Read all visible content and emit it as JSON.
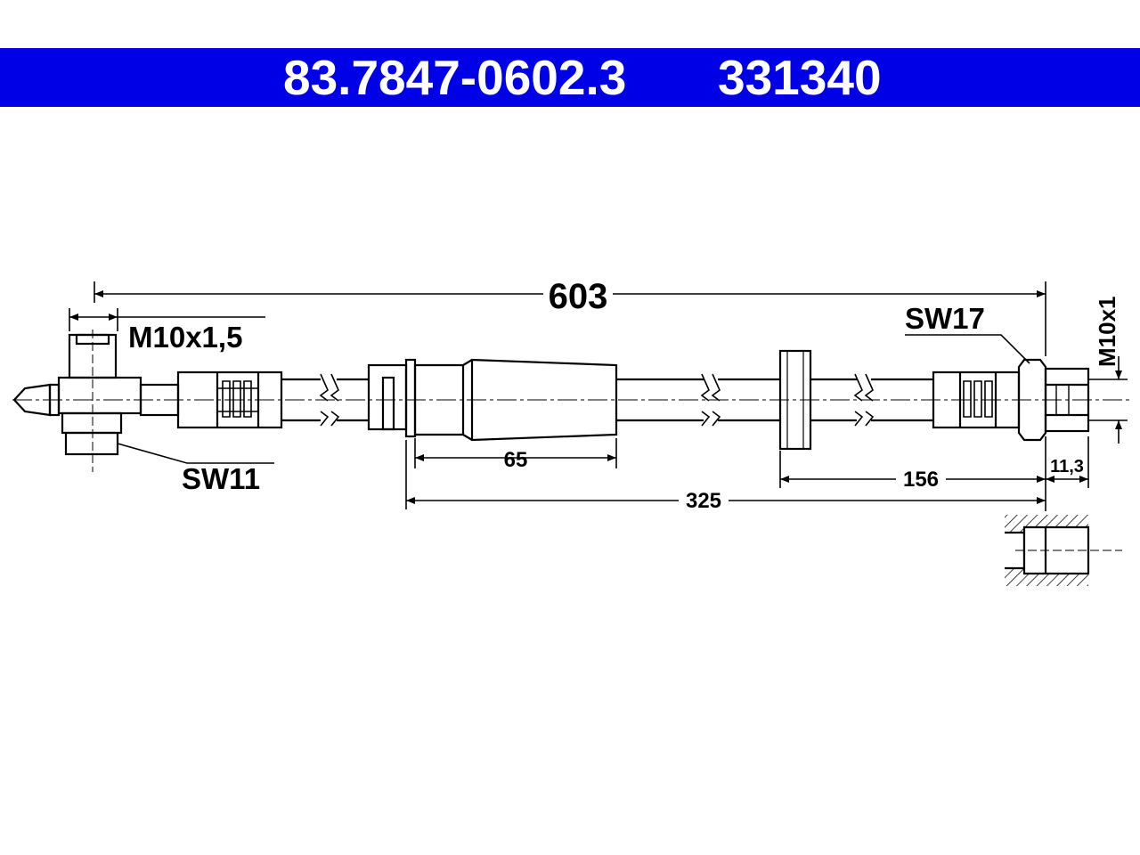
{
  "header": {
    "part_number": "83.7847-0602.3",
    "ref_number": "331340",
    "background_color": "#0000e6",
    "text_color": "#ffffff"
  },
  "dimensions": {
    "overall_length": "603",
    "thread_left": "M10x1,5",
    "wrench_left": "SW11",
    "wrench_right": "SW17",
    "thread_right": "M10x1",
    "sleeve_length": "65",
    "clip_to_end": "325",
    "grommet_to_end": "156",
    "fitting_length": "11,3"
  }
}
